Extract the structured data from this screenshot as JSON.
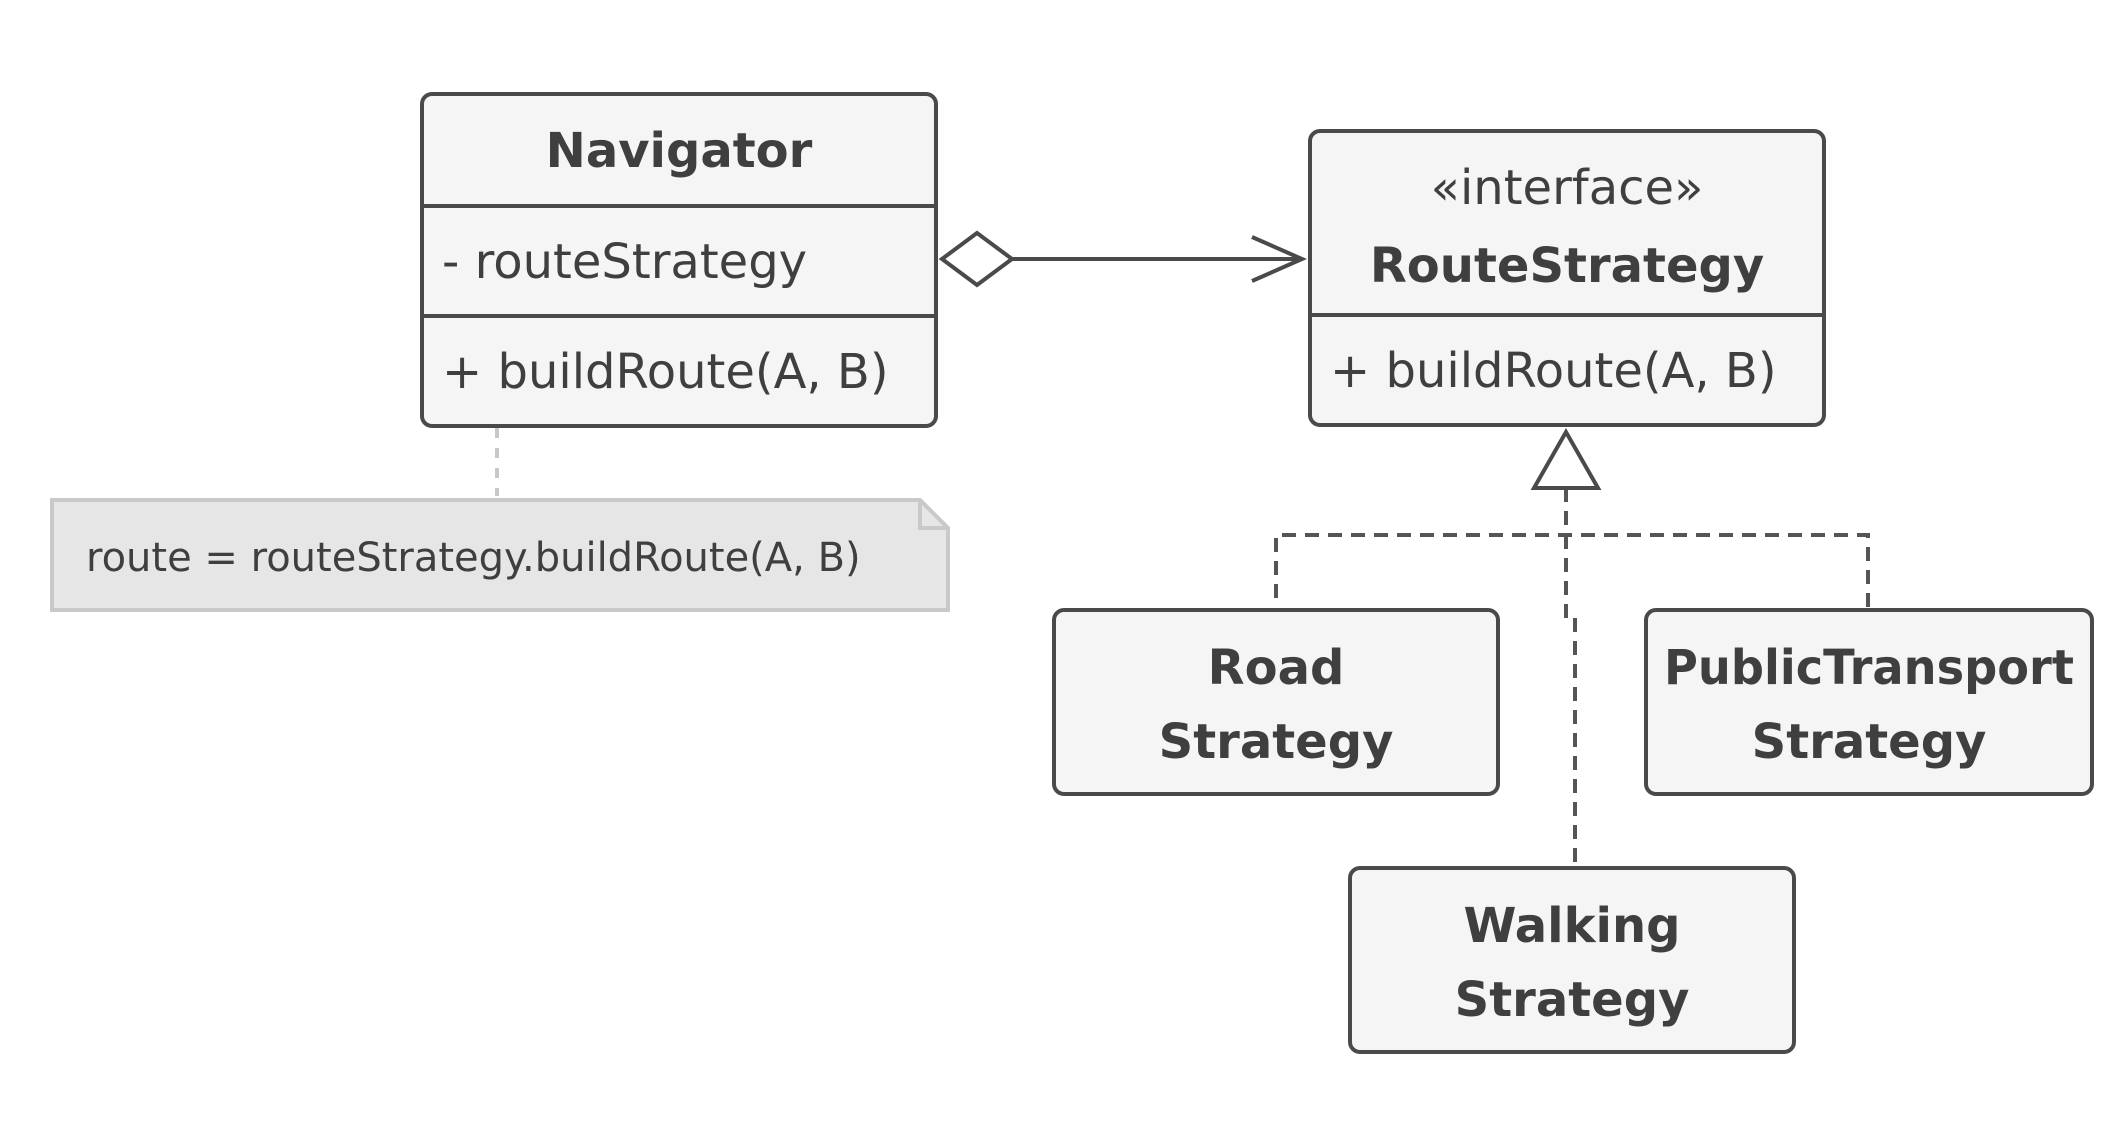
{
  "classes": {
    "navigator": {
      "name": "Navigator",
      "field": "- routeStrategy",
      "method": "+ buildRoute(A, B)"
    },
    "route_strategy": {
      "stereotype": "«interface»",
      "name": "RouteStrategy",
      "method": "+ buildRoute(A, B)"
    },
    "road_strategy": {
      "line1": "Road",
      "line2": "Strategy"
    },
    "public_transport_strategy": {
      "line1": "PublicTransport",
      "line2": "Strategy"
    },
    "walking_strategy": {
      "line1": "Walking",
      "line2": "Strategy"
    }
  },
  "note": {
    "text": "route = routeStrategy.buildRoute(A, B)"
  },
  "relations": [
    {
      "from": "Navigator",
      "to": "RouteStrategy",
      "type": "aggregation"
    },
    {
      "from": "RoadStrategy",
      "to": "RouteStrategy",
      "type": "realization"
    },
    {
      "from": "PublicTransportStrategy",
      "to": "RouteStrategy",
      "type": "realization"
    },
    {
      "from": "WalkingStrategy",
      "to": "RouteStrategy",
      "type": "realization"
    }
  ]
}
